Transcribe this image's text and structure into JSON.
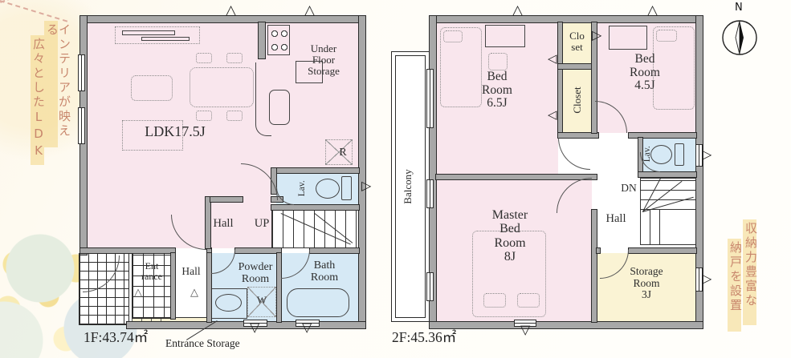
{
  "icons": {
    "vent_up": "△",
    "vent_down": "▽",
    "vent_right": "▷",
    "vent_left": "◁",
    "step": "△"
  },
  "compass": {
    "north_label": "N"
  },
  "annotations": {
    "left_col_right": "インテリアが映える",
    "left_col_left": "広々としたLDK",
    "right_col_right": "収納力豊富な",
    "right_col_left": "納戸を設置"
  },
  "floor1": {
    "area_label": "1F:43.74㎡",
    "entrance_storage_caption": "Entrance Storage",
    "rooms": {
      "ldk": "LDK17.5J",
      "under_floor_storage": "Under\nFloor\nStorage",
      "fridge": "R",
      "lav": "Lav.",
      "hall_upper": "Hall",
      "up": "UP",
      "entrance": "Ent\nrance",
      "hall_lower": "Hall",
      "powder": "Powder\nRoom",
      "washer": "W",
      "bath": "Bath\nRoom"
    }
  },
  "floor2": {
    "area_label": "2F:45.36㎡",
    "rooms": {
      "balcony": "Balcony",
      "bedroom_6_5": "Bed\nRoom\n6.5J",
      "closet_upper": "Clo\nset",
      "closet_lower": "Closet",
      "bedroom_4_5": "Bed\nRoom\n4.5J",
      "lav": "Lav.",
      "master_bedroom": "Master\nBed\nRoom\n8J",
      "dn": "DN",
      "hall": "Hall",
      "storage": "Storage\nRoom\n3J"
    }
  },
  "colors": {
    "room_pink": "#f9e6ed",
    "room_blue": "#d6e9f5",
    "room_yellow": "#faf3d4",
    "wall_gray": "#a8a8a8",
    "annotation_text": "#c8866c",
    "annotation_highlight": "#f3d789"
  }
}
